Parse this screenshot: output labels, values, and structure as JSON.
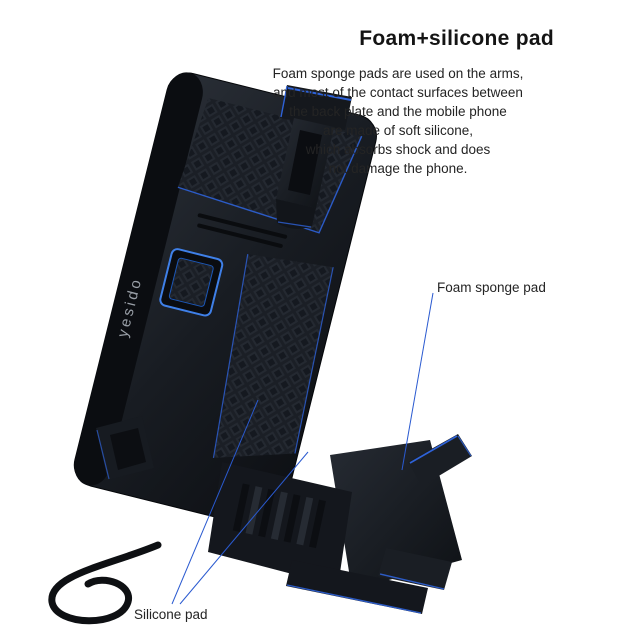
{
  "title": "Foam+silicone pad",
  "description": "Foam sponge pads are used on the arms,\nand most of the contact surfaces between\nthe back plate and the mobile phone\nare made of soft silicone,\nwhich absorbs shock and does\nnot damage the phone.",
  "labels": {
    "foam": "Foam sponge pad",
    "silicone": "Silicone pad"
  },
  "brand": "yesido",
  "colors": {
    "accent_blue": "#2e62d8",
    "callout_blue": "#2a5ad0",
    "body_dark": "#15181d",
    "background": "#ffffff",
    "text": "#242424"
  }
}
